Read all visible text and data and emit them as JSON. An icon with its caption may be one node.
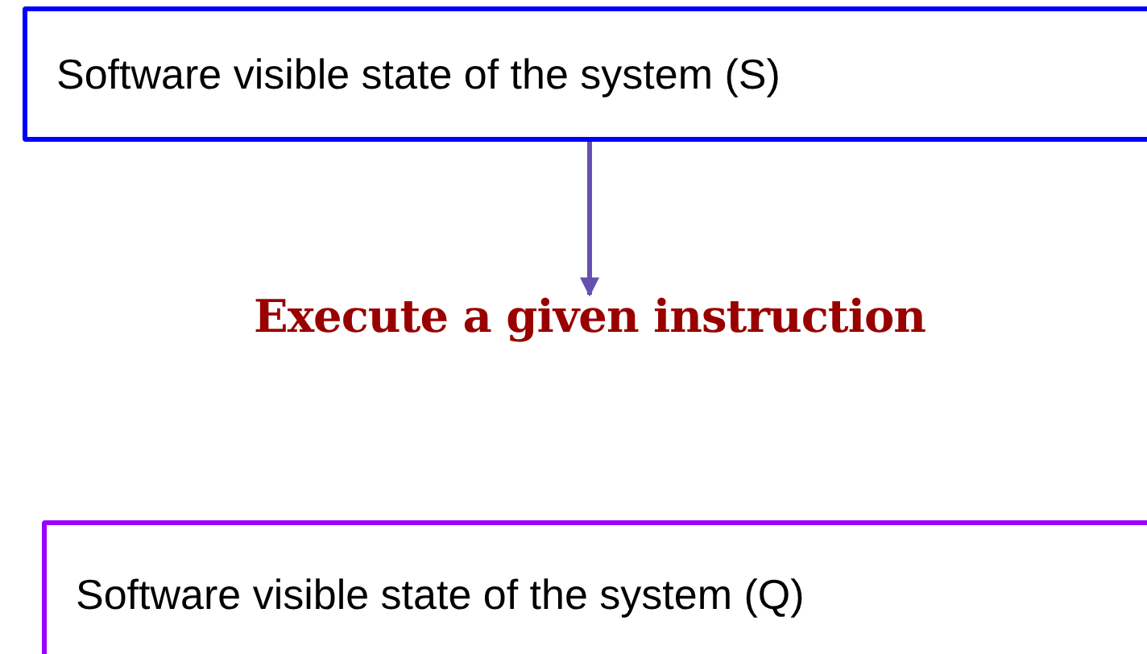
{
  "diagram": {
    "nodes": [
      {
        "text": [
          "Software visible state of the system (S)"
        ]
      },
      {
        "text": [
          "Execute a given instruction"
        ]
      },
      {
        "text": [
          "Software visible state of the system (Q)"
        ]
      }
    ],
    "edges": [
      {
        "from": 0,
        "to": 1,
        "arrow": "to"
      }
    ]
  }
}
